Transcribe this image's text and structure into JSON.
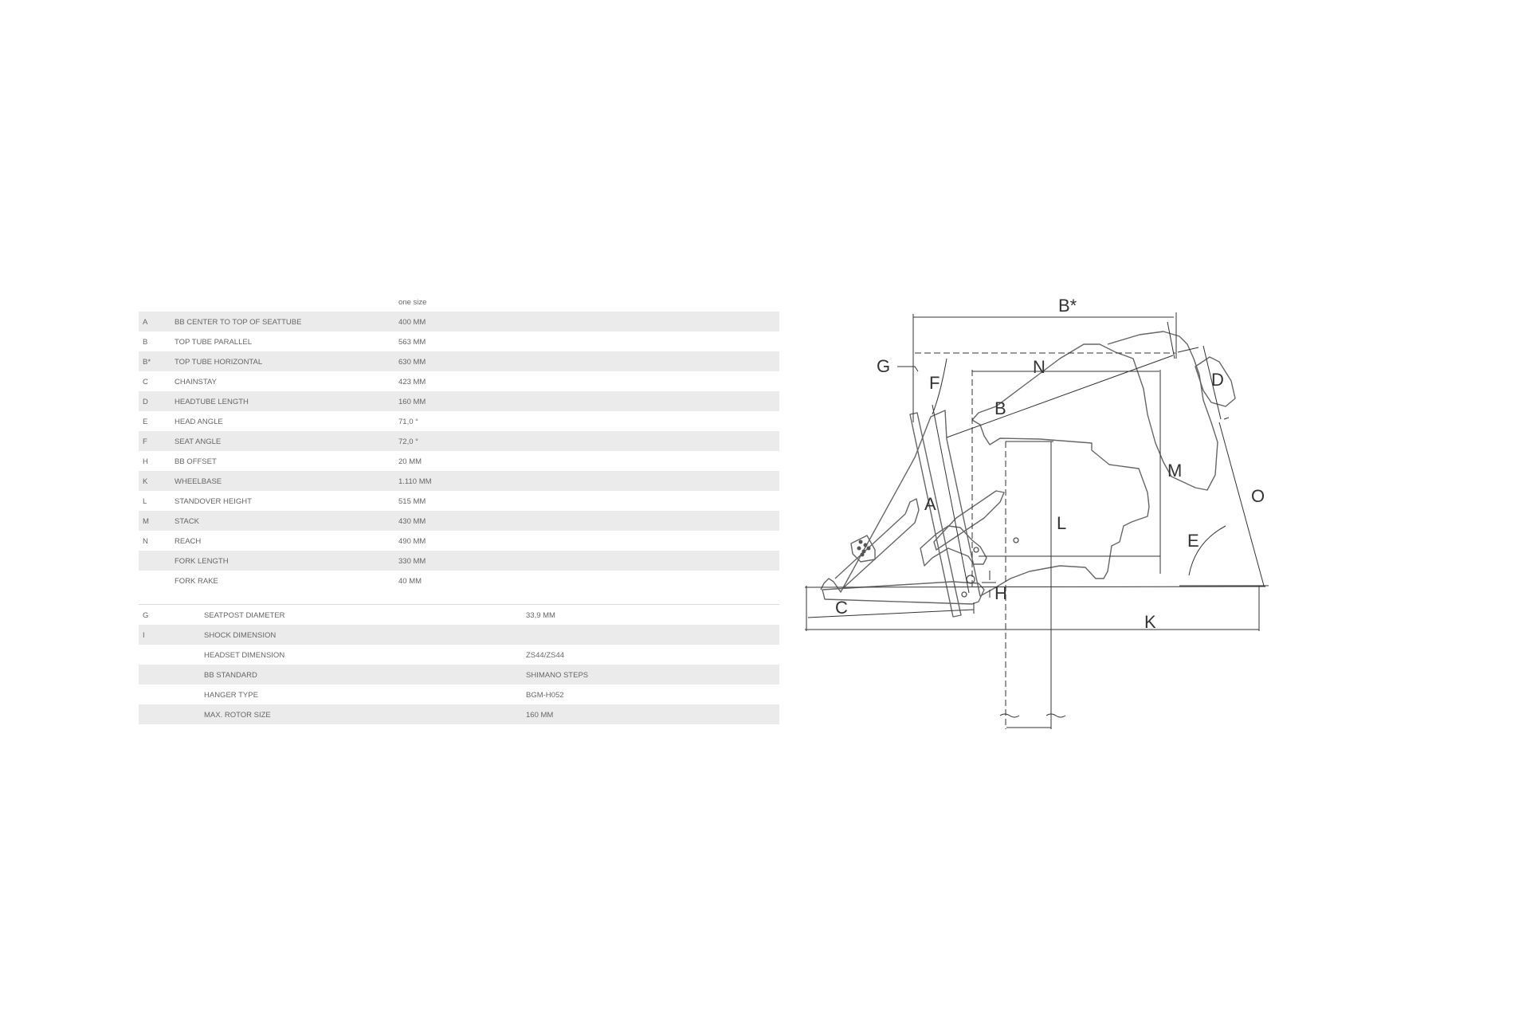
{
  "geometry": {
    "size_header": "one size",
    "rows": [
      {
        "code": "A",
        "label": "BB CENTER TO TOP OF SEATTUBE",
        "value": "400 MM"
      },
      {
        "code": "B",
        "label": "TOP TUBE PARALLEL",
        "value": "563 MM"
      },
      {
        "code": "B*",
        "label": "TOP TUBE HORIZONTAL",
        "value": "630 MM"
      },
      {
        "code": "C",
        "label": "CHAINSTAY",
        "value": "423 MM"
      },
      {
        "code": "D",
        "label": "HEADTUBE LENGTH",
        "value": "160 MM"
      },
      {
        "code": "E",
        "label": "HEAD ANGLE",
        "value": "71,0 °"
      },
      {
        "code": "F",
        "label": "SEAT ANGLE",
        "value": "72,0 °"
      },
      {
        "code": "H",
        "label": "BB OFFSET",
        "value": "20 MM"
      },
      {
        "code": "K",
        "label": "WHEELBASE",
        "value": "1.110 MM"
      },
      {
        "code": "L",
        "label": "STANDOVER HEIGHT",
        "value": "515 MM"
      },
      {
        "code": "M",
        "label": "STACK",
        "value": "430 MM"
      },
      {
        "code": "N",
        "label": "REACH",
        "value": "490 MM"
      },
      {
        "code": "",
        "label": "FORK LENGTH",
        "value": "330 MM"
      },
      {
        "code": "",
        "label": "FORK RAKE",
        "value": "40 MM"
      }
    ]
  },
  "components": {
    "rows": [
      {
        "code": "G",
        "label": "SEATPOST DIAMETER",
        "value": "33,9 MM"
      },
      {
        "code": "I",
        "label": "SHOCK DIMENSION",
        "value": ""
      },
      {
        "code": "",
        "label": "HEADSET DIMENSION",
        "value": "ZS44/ZS44"
      },
      {
        "code": "",
        "label": "BB STANDARD",
        "value": "SHIMANO STEPS"
      },
      {
        "code": "",
        "label": "HANGER TYPE",
        "value": "BGM-H052"
      },
      {
        "code": "",
        "label": "MAX. ROTOR SIZE",
        "value": "160 MM"
      }
    ]
  },
  "diagram": {
    "labels": {
      "B_star": "B*",
      "G": "G",
      "F": "F",
      "N": "N",
      "D": "D",
      "B": "B",
      "M": "M",
      "A": "A",
      "L": "L",
      "O": "O",
      "E": "E",
      "C": "C",
      "H": "H",
      "K": "K"
    }
  }
}
